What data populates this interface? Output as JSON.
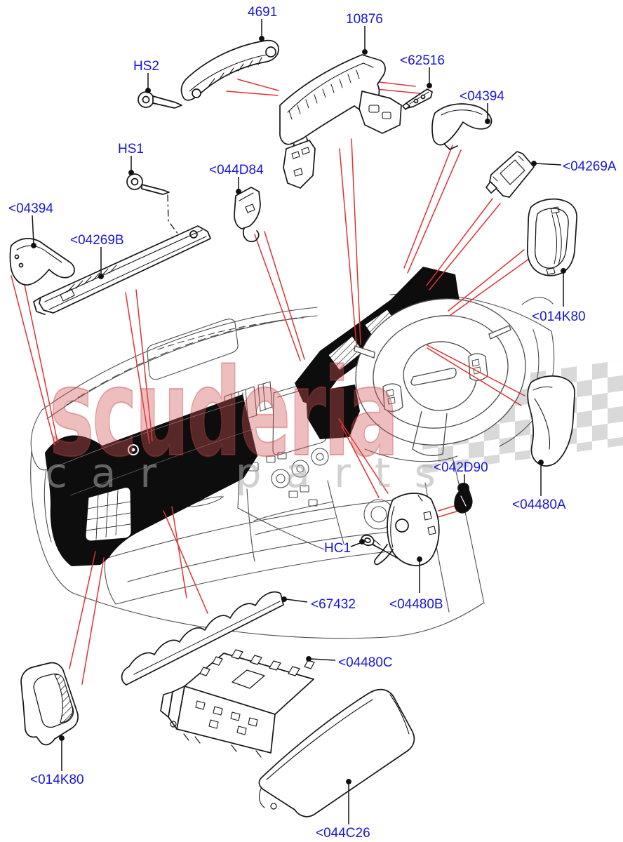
{
  "watermark": {
    "brand": "scuderia",
    "tagline": "car parts"
  },
  "colors": {
    "callout_blue": "#1616dd",
    "reference_line_red": "#e03131",
    "part_line_black": "#161616",
    "dash_line_gray": "#4d4d4d",
    "watermark_brand_pink": "#d25555",
    "watermark_tagline_gray": "#acacac",
    "checker_gray": "#bababa"
  },
  "callouts": {
    "grab_handle": "4691",
    "hs2": "HS2",
    "cluster_surround": "10876",
    "bracket_62516": "<62516",
    "end_cap_04394_right": "<04394",
    "switch_trim_04269a": "<04269A",
    "hs1": "HS1",
    "clip_044d84": "<044D84",
    "end_cap_04394_left": "<04394",
    "trim_strip_04269b": "<04269B",
    "bezel_014k80_right": "<014K80",
    "clip_042d90": "<042D90",
    "trim_04480a": "<04480A",
    "hc1": "HC1",
    "cowl_04480b": "<04480B",
    "seal_67432": "<67432",
    "glovebox_04480c": "<04480C",
    "bezel_014k80_left": "<014K80",
    "glovebox_lid_044c26": "<044C26"
  }
}
